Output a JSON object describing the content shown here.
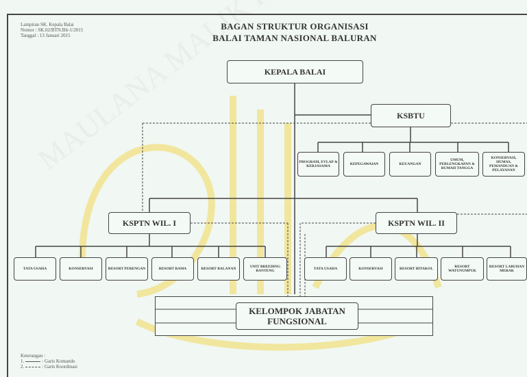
{
  "header": {
    "meta_line1": "Lampiran SK. Kepala Balai",
    "meta_line2": "Nomor   : SK.02/BTN.Blr-1/2015",
    "meta_line3": "Tanggal : 13 Januari 2015",
    "title_line1": "BAGAN STRUKTUR ORGANISASI",
    "title_line2": "BALAI TAMAN NASIONAL BALURAN"
  },
  "units": {
    "kepala": "KEPALA BALAI",
    "ksbtu": "KSBTU",
    "ksbtu_sections": [
      "PROGRAM, EVLAP & KERJASAMA",
      "KEPEGAWAIAN",
      "KEUANGAN",
      "UMUM, PERLENGKAPAN & RUMAH TANGGA",
      "KONSERVASI, HUMAS, PEMANDUAN & PELAYANAN"
    ],
    "wil1": "KSPTN WIL. I",
    "wil2": "KSPTN WIL. II",
    "wil1_sections": [
      "TATA USAHA",
      "KONSERVASI",
      "RESORT PERENGAN",
      "RESORT BAMA",
      "RESORT BALANAN",
      "UNIT BREEDING BANTENG"
    ],
    "wil2_sections": [
      "TATA USAHA",
      "KONSERVASI",
      "RESORT BITAKOL",
      "RESORT WATUNUMPUK",
      "RESORT LABUHAN MERAK"
    ],
    "fungsional_line1": "KELOMPOK JABATAN",
    "fungsional_line2": "FUNGSIONAL"
  },
  "legend": {
    "heading": "Keterangan :",
    "item1_num": "1.",
    "item1_label": ": Garis Komando",
    "item2_num": "2.",
    "item2_label": ": Garis Koordinasi"
  },
  "watermark_text": "MAULANA MALIK IBRAHIM NEGERI",
  "colors": {
    "line": "#444444",
    "box_fill": "#f4faf5",
    "watermark": "#f2d95a"
  }
}
